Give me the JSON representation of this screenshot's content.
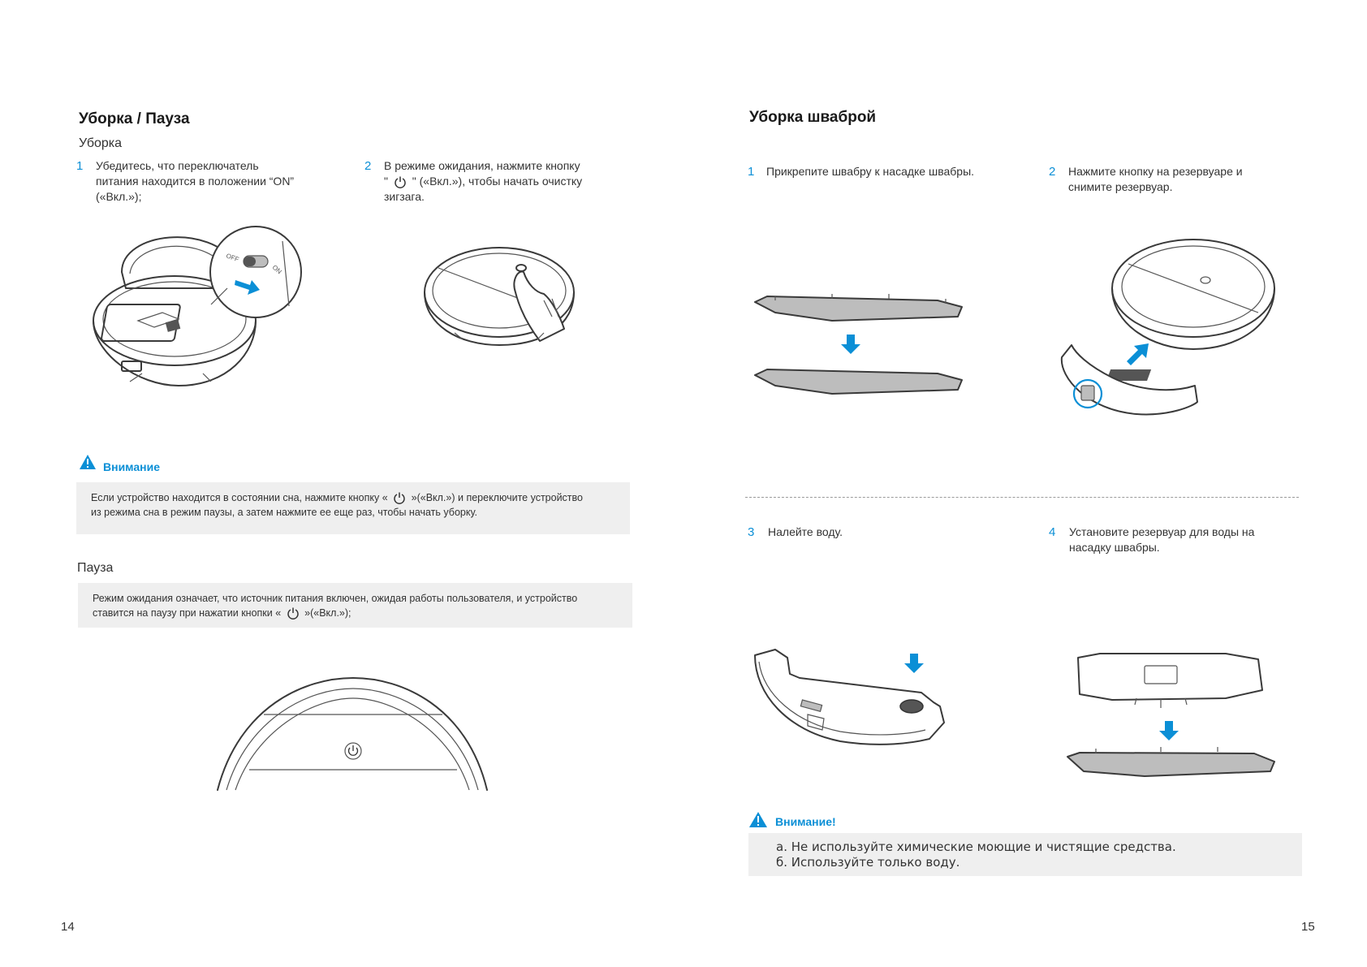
{
  "left": {
    "title": "Уборка / Пауза",
    "subtitle_clean": "Уборка",
    "steps": [
      {
        "num": "1",
        "lines": [
          "Убедитесь, что переключатель",
          "питания находится в положении “ON”",
          "(«Вкл.»);"
        ]
      },
      {
        "num": "2",
        "line1": "В режиме ожидания, нажмите кнопку",
        "line2_pre": "\"",
        "line2_post": "\" («Вкл.»), чтобы начать очистку",
        "line3": "зигзага."
      }
    ],
    "attention": {
      "title": "Внимание",
      "line1_pre": "Если устройство находится в состоянии сна, нажмите кнопку «",
      "line1_post": "»(«Вкл.») и переключите устройство",
      "line2": "из режима сна в режим паузы, а затем нажмите ее еще раз, чтобы начать уборку."
    },
    "pause": {
      "title": "Пауза",
      "line1": "Режим ожидания означает, что источник питания включен, ожидая работы пользователя, и устройство",
      "line2_pre": "ставится на паузу при нажатии кнопки «",
      "line2_post": "»(«Вкл.»);"
    },
    "switch_labels": {
      "off": "OFF",
      "on": "ON"
    },
    "page_number": "14"
  },
  "right": {
    "title": "Уборка шваброй",
    "steps": [
      {
        "num": "1",
        "lines": [
          "Прикрепите швабру к насадке швабры."
        ]
      },
      {
        "num": "2",
        "lines": [
          "Нажмите кнопку на резервуаре и",
          "снимите резервуар."
        ]
      },
      {
        "num": "3",
        "lines": [
          "Налейте воду."
        ]
      },
      {
        "num": "4",
        "lines": [
          "Установите резервуар для воды на",
          "насадку швабры."
        ]
      }
    ],
    "attention": {
      "title": "Внимание!",
      "lines": [
        "а. Не используйте химические моющие и чистящие средства.",
        "б. Используйте только воду."
      ]
    },
    "page_number": "15"
  },
  "colors": {
    "accent": "#0b8fd6",
    "note_bg": "#efefef",
    "text": "#333333"
  },
  "icons": [
    "power-icon",
    "warning-triangle-icon",
    "arrow-down-icon"
  ]
}
